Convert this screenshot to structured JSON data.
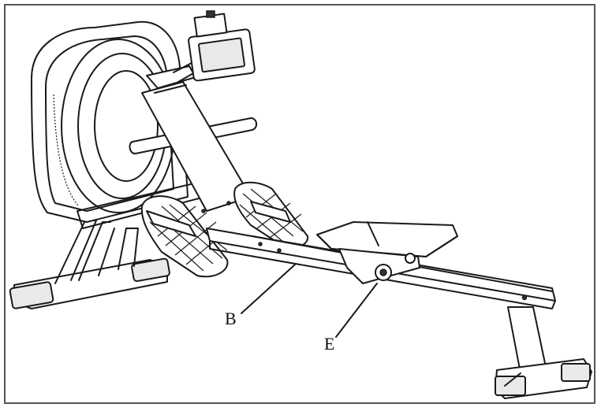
{
  "diagram": {
    "callouts": [
      {
        "id": "B",
        "label": "B"
      },
      {
        "id": "E",
        "label": "E"
      }
    ]
  },
  "colors": {
    "line": "#1a1a1a",
    "frame": "#555555",
    "background": "#ffffff"
  }
}
